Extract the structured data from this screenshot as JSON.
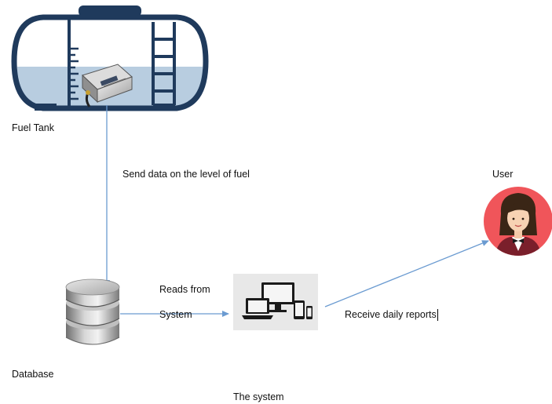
{
  "nodes": {
    "fuel_tank": {
      "label": "Fuel Tank"
    },
    "database": {
      "label": "Database"
    },
    "system": {
      "label": "The system"
    },
    "user": {
      "label": "User"
    }
  },
  "edges": {
    "tank_to_db": {
      "label": "Send data on the level of fuel"
    },
    "db_to_system": {
      "label_line1": "Reads from",
      "label_line2": "System"
    },
    "system_to_user": {
      "label": "Receive daily reports"
    }
  },
  "colors": {
    "arrow": "#6b9bd1",
    "tank_outline": "#1f3a5c",
    "tank_fuel": "#b8cde0",
    "user_bg": "#f0555a",
    "system_bg": "#e8e8e8",
    "db_grey": "#9a9a9a"
  },
  "icons": {
    "fuel_tank": "fuel-tank-with-sensor-icon",
    "database": "database-cylinder-icon",
    "system": "devices-icon",
    "user": "woman-avatar-icon"
  }
}
